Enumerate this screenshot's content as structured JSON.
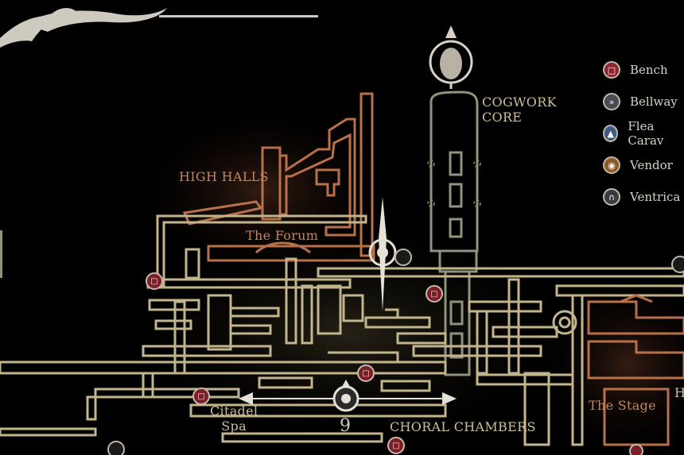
{
  "legend": {
    "items": [
      {
        "label": "Bench",
        "icon": "bench-icon",
        "color": "#8a2530"
      },
      {
        "label": "Bellway",
        "icon": "bellway-icon",
        "color": "#4a4a52"
      },
      {
        "label": "Flea Carav",
        "icon": "flea-caravan-icon",
        "color": "#3d5a80"
      },
      {
        "label": "Vendor",
        "icon": "vendor-icon",
        "color": "#8a5a2a"
      },
      {
        "label": "Ventrica",
        "icon": "ventrica-icon",
        "color": "#3a3a40"
      }
    ]
  },
  "regions": {
    "cogwork_core_line1": "COGWORK",
    "cogwork_core_line2": "CORE",
    "high_halls": "HIGH HALLS",
    "the_forum": "The Forum",
    "citadel_spa_line1": "Citadel",
    "citadel_spa_line2": "Spa",
    "choral_chambers": "CHORAL CHAMBERS",
    "the_stage": "The Stage",
    "partial_right": "H"
  },
  "map": {
    "marker_count": "9",
    "colors": {
      "gold": "#c2b48c",
      "copper": "#b8704a",
      "sage": "#8f937c",
      "background": "#000000"
    }
  }
}
